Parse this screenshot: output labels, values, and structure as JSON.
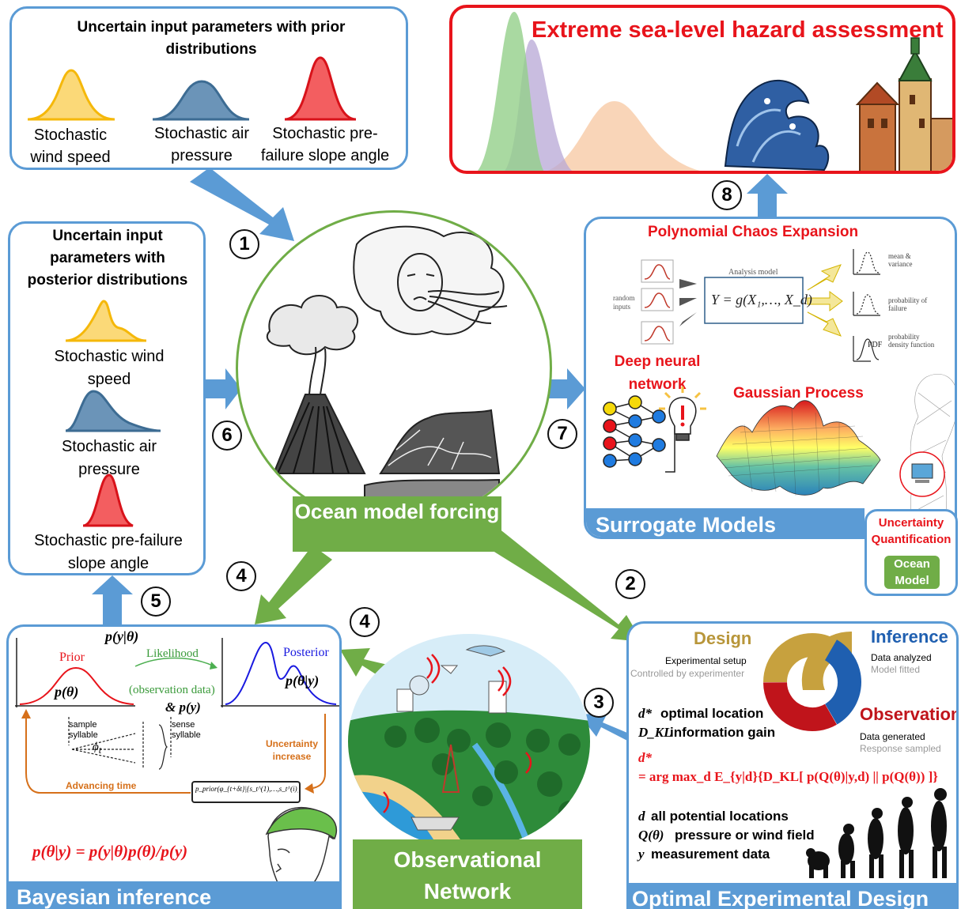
{
  "prior_box": {
    "title": "Uncertain input parameters with prior distributions",
    "items": [
      "Stochastic wind speed",
      "Stochastic air pressure",
      "Stochastic pre-failure slope angle"
    ],
    "colors": [
      "#f5c242",
      "#41719c",
      "#e8141b"
    ]
  },
  "hazard_box": {
    "title": "Extreme sea-level hazard assessment"
  },
  "posterior_box": {
    "title": "Uncertain input parameters with posterior distributions",
    "items": [
      "Stochastic wind speed",
      "Stochastic air pressure",
      "Stochastic pre-failure slope angle"
    ]
  },
  "forcing": {
    "label": "Ocean model forcing"
  },
  "surrogate": {
    "pce_title": "Polynomial Chaos Expansion",
    "dnn_title": "Deep neural network",
    "gp_title": "Gaussian Process",
    "band": "Surrogate Models",
    "analysis_model": "Analysis model",
    "random_inputs": "random inputs",
    "equation": "Y = g(X₁,…, X_d)",
    "outputs": [
      "mean & variance",
      "probability of failure",
      "probability density function"
    ],
    "pdf": "PDF",
    "uq_title": "Uncertainty Quantification",
    "uq_tag": "Ocean Model"
  },
  "bayes": {
    "top_label": "p(y|θ)",
    "prior": "Prior",
    "prior_expr": "p(θ)",
    "likelihood": "Likelihood",
    "obs_data": "(observation data)",
    "evidence": "& p(y)",
    "posterior": "Posterior",
    "posterior_expr": "p(θ|y)",
    "sample": "sample syllable",
    "sense": "sense syllable",
    "uncertainty": "Uncertainty increase",
    "advancing": "Advancing time",
    "box_expr": "p_prior(φ_{t+δt}|{s_t^(1),…,s_t^(i)})",
    "bayes_rule": "p(θ|y) = p(y|θ)p(θ)/p(y)",
    "band": "Bayesian inference"
  },
  "obs_network": {
    "label": "Observational Network"
  },
  "oed": {
    "design": "Design",
    "design_sub1": "Experimental setup",
    "design_sub2": "Controlled by experimenter",
    "inference": "Inference",
    "inference_sub1": "Data analyzed",
    "inference_sub2": "Model fitted",
    "observation": "Observation",
    "observation_sub1": "Data generated",
    "observation_sub2": "Response sampled",
    "line1_sym": "d*",
    "line1": "optimal location",
    "line2_sym": "D_KL",
    "line2": "information gain",
    "formula_lhs": "d*",
    "formula": "= arg max_d E_{y|d}{D_KL[ p(Q(θ)|y,d) || p(Q(θ)) ]}",
    "def1_sym": "d",
    "def1": "all potential locations",
    "def2_sym": "Q(θ)",
    "def2": "pressure or wind field",
    "def3_sym": "y",
    "def3": "measurement data",
    "band": "Optimal Experimental Design"
  },
  "steps": [
    "1",
    "2",
    "3",
    "4",
    "4",
    "5",
    "6",
    "7",
    "8"
  ]
}
